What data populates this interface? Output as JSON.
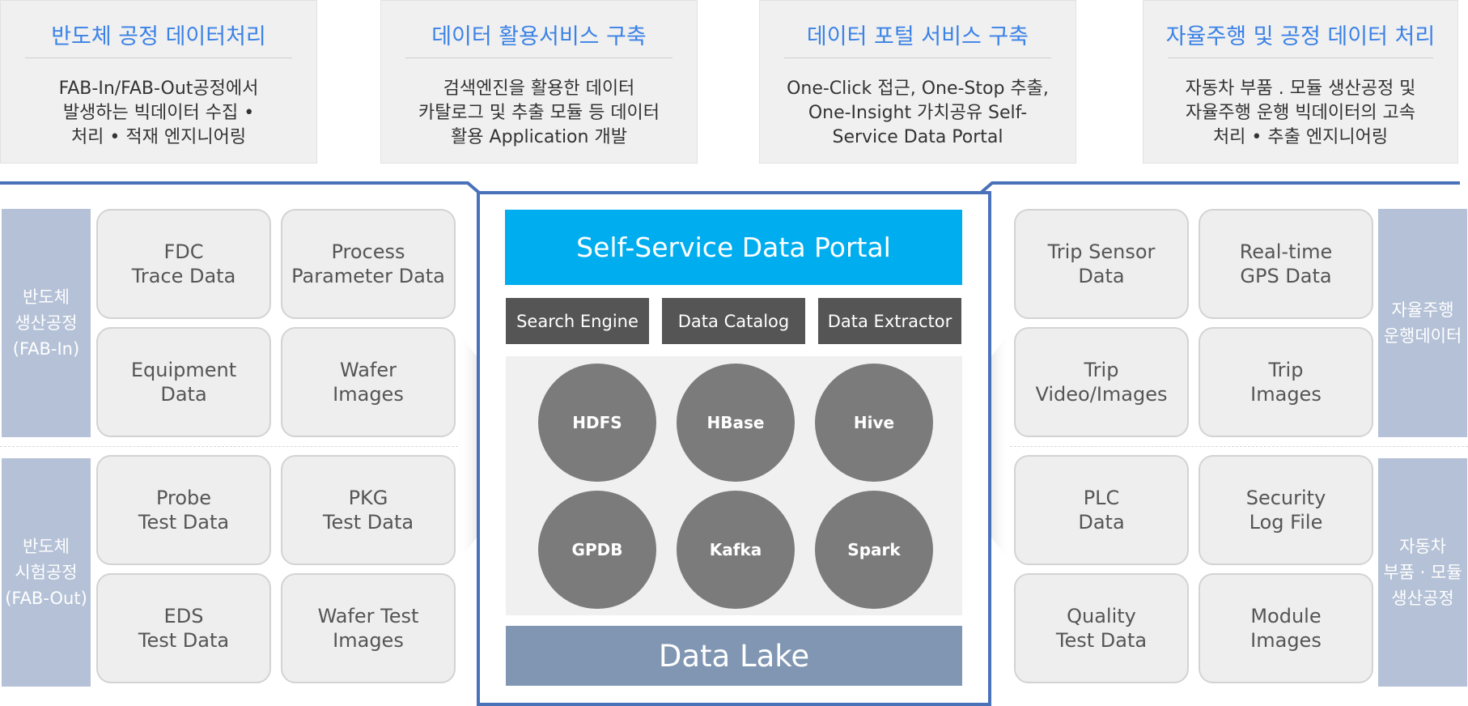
{
  "top_boxes": [
    {
      "title": "반도체 공정 데이터처리",
      "desc": "FAB-In/FAB-Out공정에서\n발생하는 빅데이터 수집 •\n처리 • 적재 엔지니어링"
    },
    {
      "title": "데이터 활용서비스 구축",
      "desc": "검색엔진을 활용한 데이터\n카탈로그 및 추출 모듈 등 데이터\n활용 Application 개발"
    },
    {
      "title": "데이터 포털 서비스 구축",
      "desc": "One-Click 접근, One-Stop 추출,\nOne-Insight 가치공유 Self-\nService Data Portal"
    },
    {
      "title": "자율주행 및 공정 데이터 처리",
      "desc": "자동차 부품 . 모듈 생산공정 및\n자율주행 운행 빅데이터의 고속\n처리 • 추출 엔지니어링"
    }
  ],
  "left": {
    "group1_label": "반도체\n생산공정\n(FAB-In)",
    "group2_label": "반도체\n시험공정\n(FAB-Out)",
    "tiles": [
      "FDC\nTrace Data",
      "Process\nParameter Data",
      "Equipment\nData",
      "Wafer\nImages",
      "Probe\nTest Data",
      "PKG\nTest Data",
      "EDS\nTest Data",
      "Wafer Test\nImages"
    ]
  },
  "right": {
    "group1_label": "자율주행\n운행데이터",
    "group2_label": "자동차\n부품 · 모듈\n생산공정",
    "tiles": [
      "Trip Sensor\nData",
      "Real-time\nGPS Data",
      "Trip\nVideo/Images",
      "Trip\nImages",
      "PLC\nData",
      "Security\nLog File",
      "Quality\nTest Data",
      "Module\nImages"
    ]
  },
  "center": {
    "portal": "Self-Service Data Portal",
    "tools": [
      "Search Engine",
      "Data Catalog",
      "Data Extractor"
    ],
    "components": [
      "HDFS",
      "HBase",
      "Hive",
      "GPDB",
      "Kafka",
      "Spark"
    ],
    "lake": "Data Lake"
  },
  "colors": {
    "accent_blue": "#3b82e6",
    "frame_blue": "#4a72b8",
    "portal_cyan": "#00aeef",
    "tool_gray": "#555555",
    "circle_gray": "#7b7b7b",
    "lake_blue": "#8096b3",
    "side_label": "#b4c1d6"
  }
}
